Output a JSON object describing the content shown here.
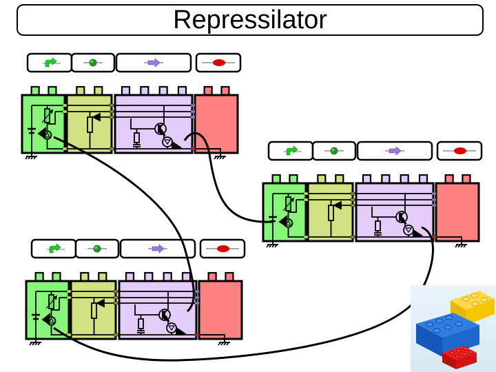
{
  "title": "Repressilator",
  "colors": {
    "promoter": "#88f57a",
    "rbs": "#d2e283",
    "coding": "#e3ccfa",
    "terminator": "#fe8080",
    "wire": "#000000",
    "rbs_icon": "#2a8a2a",
    "coding_icon": "#9a7ae0",
    "terminator_icon": "#e00000",
    "promoter_icon": "#22cc22"
  },
  "part_labels": [
    {
      "type": "promoter",
      "icon": "promoter-arrow-icon"
    },
    {
      "type": "rbs",
      "icon": "rbs-green-ball-icon"
    },
    {
      "type": "coding-sequence",
      "icon": "coding-purple-arrow-icon"
    },
    {
      "type": "terminator",
      "icon": "terminator-red-oval-icon"
    }
  ],
  "modules": [
    {
      "name": "gene-module-1"
    },
    {
      "name": "gene-module-2"
    },
    {
      "name": "gene-module-3"
    }
  ],
  "photo": {
    "name": "lego-bricks-photo",
    "bricks": [
      "yellow",
      "blue",
      "red"
    ]
  }
}
